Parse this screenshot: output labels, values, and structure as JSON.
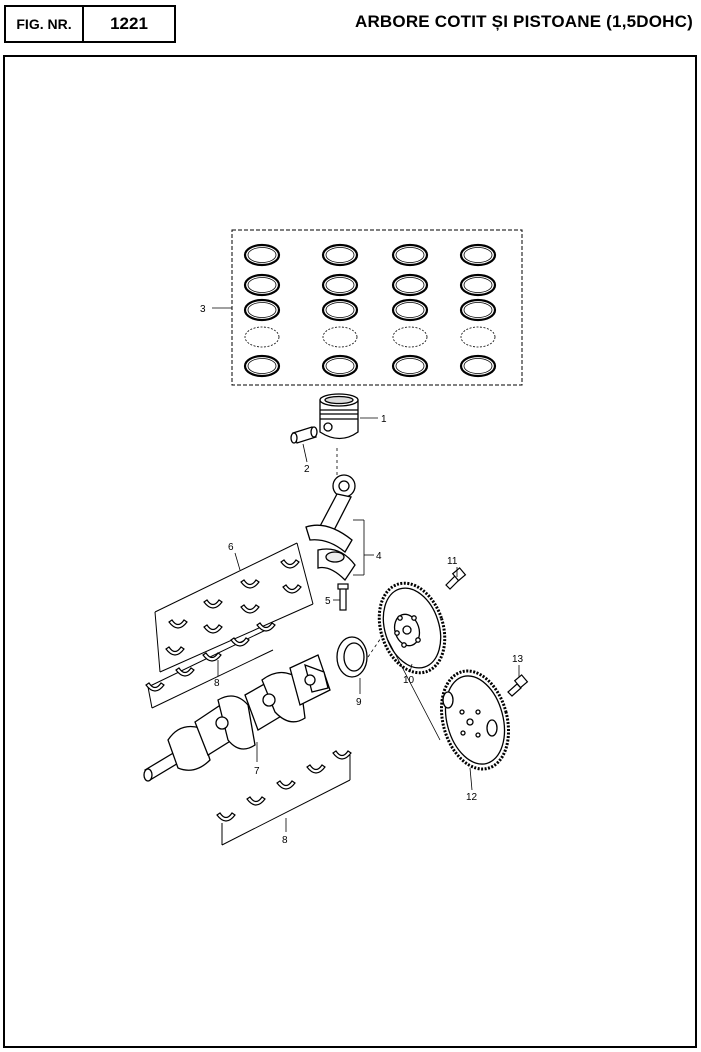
{
  "header": {
    "fig_label": "FIG. NR.",
    "fig_number": "1221",
    "title": "ARBORE COTIT ȘI PISTOANE (1,5DOHC)"
  },
  "callouts": {
    "c1": "1",
    "c2": "2",
    "c3": "3",
    "c4": "4",
    "c5": "5",
    "c6": "6",
    "c7": "7",
    "c8a": "8",
    "c8b": "8",
    "c9": "9",
    "c10": "10",
    "c11": "11",
    "c12": "12",
    "c13": "13"
  }
}
